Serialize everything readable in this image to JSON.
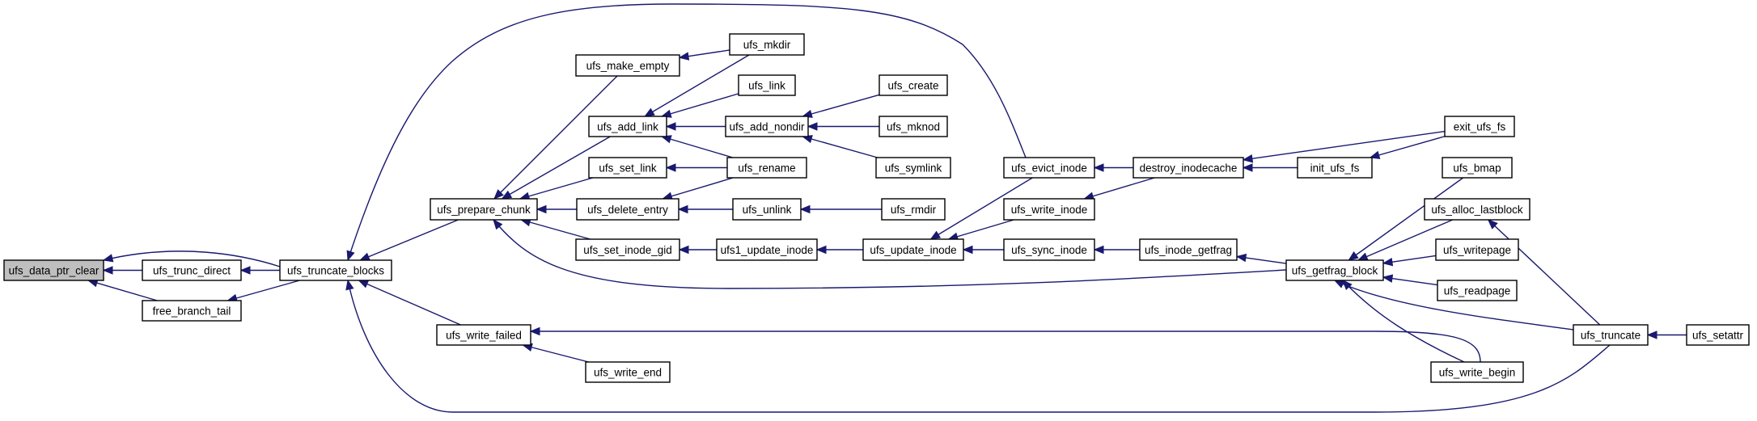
{
  "nodes": [
    {
      "id": "ufs_data_ptr_clear",
      "label": "ufs_data_ptr_clear",
      "root": true
    },
    {
      "id": "ufs_trunc_direct",
      "label": "ufs_trunc_direct"
    },
    {
      "id": "free_branch_tail",
      "label": "free_branch_tail"
    },
    {
      "id": "ufs_truncate_blocks",
      "label": "ufs_truncate_blocks"
    },
    {
      "id": "ufs_prepare_chunk",
      "label": "ufs_prepare_chunk"
    },
    {
      "id": "ufs_write_failed",
      "label": "ufs_write_failed"
    },
    {
      "id": "ufs_make_empty",
      "label": "ufs_make_empty"
    },
    {
      "id": "ufs_add_link",
      "label": "ufs_add_link"
    },
    {
      "id": "ufs_set_link",
      "label": "ufs_set_link"
    },
    {
      "id": "ufs_delete_entry",
      "label": "ufs_delete_entry"
    },
    {
      "id": "ufs_set_inode_gid",
      "label": "ufs_set_inode_gid"
    },
    {
      "id": "ufs_write_end",
      "label": "ufs_write_end"
    },
    {
      "id": "ufs_mkdir",
      "label": "ufs_mkdir"
    },
    {
      "id": "ufs_link",
      "label": "ufs_link"
    },
    {
      "id": "ufs_add_nondir",
      "label": "ufs_add_nondir"
    },
    {
      "id": "ufs_rename",
      "label": "ufs_rename"
    },
    {
      "id": "ufs_unlink",
      "label": "ufs_unlink"
    },
    {
      "id": "ufs1_update_inode",
      "label": "ufs1_update_inode"
    },
    {
      "id": "ufs_create",
      "label": "ufs_create"
    },
    {
      "id": "ufs_mknod",
      "label": "ufs_mknod"
    },
    {
      "id": "ufs_symlink",
      "label": "ufs_symlink"
    },
    {
      "id": "ufs_rmdir",
      "label": "ufs_rmdir"
    },
    {
      "id": "ufs_update_inode",
      "label": "ufs_update_inode"
    },
    {
      "id": "ufs_evict_inode",
      "label": "ufs_evict_inode"
    },
    {
      "id": "ufs_write_inode",
      "label": "ufs_write_inode"
    },
    {
      "id": "ufs_sync_inode",
      "label": "ufs_sync_inode"
    },
    {
      "id": "destroy_inodecache",
      "label": "destroy_inodecache"
    },
    {
      "id": "ufs_inode_getfrag",
      "label": "ufs_inode_getfrag"
    },
    {
      "id": "init_ufs_fs",
      "label": "init_ufs_fs"
    },
    {
      "id": "ufs_getfrag_block",
      "label": "ufs_getfrag_block"
    },
    {
      "id": "exit_ufs_fs",
      "label": "exit_ufs_fs"
    },
    {
      "id": "ufs_bmap",
      "label": "ufs_bmap"
    },
    {
      "id": "ufs_alloc_lastblock",
      "label": "ufs_alloc_lastblock"
    },
    {
      "id": "ufs_writepage",
      "label": "ufs_writepage"
    },
    {
      "id": "ufs_readpage",
      "label": "ufs_readpage"
    },
    {
      "id": "ufs_truncate",
      "label": "ufs_truncate"
    },
    {
      "id": "ufs_write_begin",
      "label": "ufs_write_begin"
    },
    {
      "id": "ufs_setattr",
      "label": "ufs_setattr"
    }
  ],
  "edges": [
    {
      "from": "ufs_trunc_direct",
      "to": "ufs_data_ptr_clear"
    },
    {
      "from": "free_branch_tail",
      "to": "ufs_data_ptr_clear"
    },
    {
      "from": "ufs_truncate_blocks",
      "to": "ufs_data_ptr_clear"
    },
    {
      "from": "ufs_truncate_blocks",
      "to": "ufs_trunc_direct"
    },
    {
      "from": "ufs_truncate_blocks",
      "to": "free_branch_tail"
    },
    {
      "from": "ufs_prepare_chunk",
      "to": "ufs_truncate_blocks"
    },
    {
      "from": "ufs_write_failed",
      "to": "ufs_truncate_blocks"
    },
    {
      "from": "ufs_evict_inode",
      "to": "ufs_truncate_blocks"
    },
    {
      "from": "ufs_truncate",
      "to": "ufs_truncate_blocks"
    },
    {
      "from": "ufs_make_empty",
      "to": "ufs_prepare_chunk"
    },
    {
      "from": "ufs_add_link",
      "to": "ufs_prepare_chunk"
    },
    {
      "from": "ufs_set_link",
      "to": "ufs_prepare_chunk"
    },
    {
      "from": "ufs_delete_entry",
      "to": "ufs_prepare_chunk"
    },
    {
      "from": "ufs_set_inode_gid",
      "to": "ufs_prepare_chunk"
    },
    {
      "from": "ufs_getfrag_block",
      "to": "ufs_prepare_chunk"
    },
    {
      "from": "ufs_write_end",
      "to": "ufs_write_failed"
    },
    {
      "from": "ufs_write_begin",
      "to": "ufs_write_failed"
    },
    {
      "from": "ufs_mkdir",
      "to": "ufs_make_empty"
    },
    {
      "from": "ufs_mkdir",
      "to": "ufs_add_link"
    },
    {
      "from": "ufs_link",
      "to": "ufs_add_link"
    },
    {
      "from": "ufs_add_nondir",
      "to": "ufs_add_link"
    },
    {
      "from": "ufs_rename",
      "to": "ufs_add_link"
    },
    {
      "from": "ufs_rename",
      "to": "ufs_set_link"
    },
    {
      "from": "ufs_rename",
      "to": "ufs_delete_entry"
    },
    {
      "from": "ufs_unlink",
      "to": "ufs_delete_entry"
    },
    {
      "from": "ufs1_update_inode",
      "to": "ufs_set_inode_gid"
    },
    {
      "from": "ufs_create",
      "to": "ufs_add_nondir"
    },
    {
      "from": "ufs_mknod",
      "to": "ufs_add_nondir"
    },
    {
      "from": "ufs_symlink",
      "to": "ufs_add_nondir"
    },
    {
      "from": "ufs_rmdir",
      "to": "ufs_unlink"
    },
    {
      "from": "ufs_update_inode",
      "to": "ufs1_update_inode"
    },
    {
      "from": "ufs_evict_inode",
      "to": "ufs_update_inode"
    },
    {
      "from": "ufs_write_inode",
      "to": "ufs_update_inode"
    },
    {
      "from": "ufs_sync_inode",
      "to": "ufs_update_inode"
    },
    {
      "from": "destroy_inodecache",
      "to": "ufs_evict_inode"
    },
    {
      "from": "destroy_inodecache",
      "to": "ufs_write_inode"
    },
    {
      "from": "ufs_inode_getfrag",
      "to": "ufs_sync_inode"
    },
    {
      "from": "init_ufs_fs",
      "to": "destroy_inodecache"
    },
    {
      "from": "exit_ufs_fs",
      "to": "destroy_inodecache"
    },
    {
      "from": "ufs_getfrag_block",
      "to": "ufs_inode_getfrag"
    },
    {
      "from": "exit_ufs_fs",
      "to": "init_ufs_fs"
    },
    {
      "from": "ufs_bmap",
      "to": "ufs_getfrag_block"
    },
    {
      "from": "ufs_alloc_lastblock",
      "to": "ufs_getfrag_block"
    },
    {
      "from": "ufs_writepage",
      "to": "ufs_getfrag_block"
    },
    {
      "from": "ufs_readpage",
      "to": "ufs_getfrag_block"
    },
    {
      "from": "ufs_truncate",
      "to": "ufs_getfrag_block"
    },
    {
      "from": "ufs_write_begin",
      "to": "ufs_getfrag_block"
    },
    {
      "from": "ufs_truncate",
      "to": "ufs_alloc_lastblock"
    },
    {
      "from": "ufs_setattr",
      "to": "ufs_truncate"
    }
  ],
  "colors": {
    "edge": "#191970",
    "node_border": "#000000",
    "node_fill": "#ffffff",
    "root_fill": "#bfbfbf"
  }
}
